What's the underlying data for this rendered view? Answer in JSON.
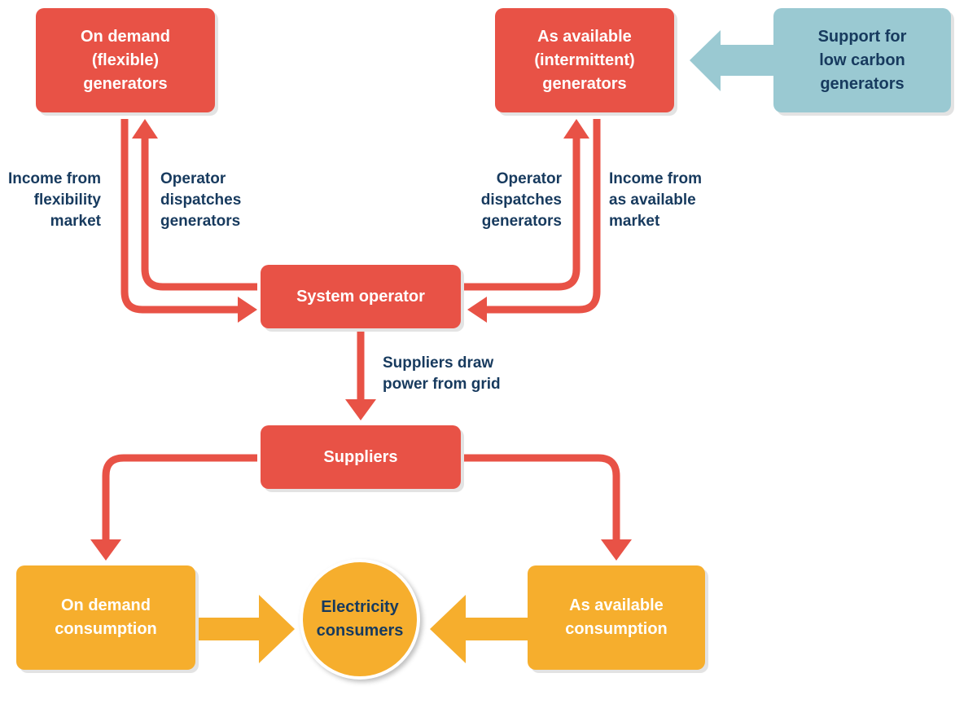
{
  "colors": {
    "generator_box": "#e85246",
    "support_box": "#9ac9d2",
    "consumption_box": "#f6ae2d",
    "text_dark": "#173a5e",
    "arrow_red": "#e85246",
    "arrow_yellow": "#f6ae2d",
    "arrow_blue": "#9ac9d2"
  },
  "nodes": {
    "on_demand_generators": "On demand\n(flexible)\ngenerators",
    "as_available_generators": "As available\n(intermittent)\ngenerators",
    "support_low_carbon": "Support for\nlow carbon\ngenerators",
    "system_operator": "System operator",
    "suppliers": "Suppliers",
    "on_demand_consumption": "On demand\nconsumption",
    "electricity_consumers": "Electricity\nconsumers",
    "as_available_consumption": "As available\nconsumption"
  },
  "edge_labels": {
    "income_flexibility": "Income from\nflexibility\nmarket",
    "operator_dispatches_left": "Operator\ndispatches\ngenerators",
    "operator_dispatches_right": "Operator\ndispatches\ngenerators",
    "income_as_available": "Income from\nas available\nmarket",
    "suppliers_draw_power": "Suppliers draw\npower from grid"
  }
}
